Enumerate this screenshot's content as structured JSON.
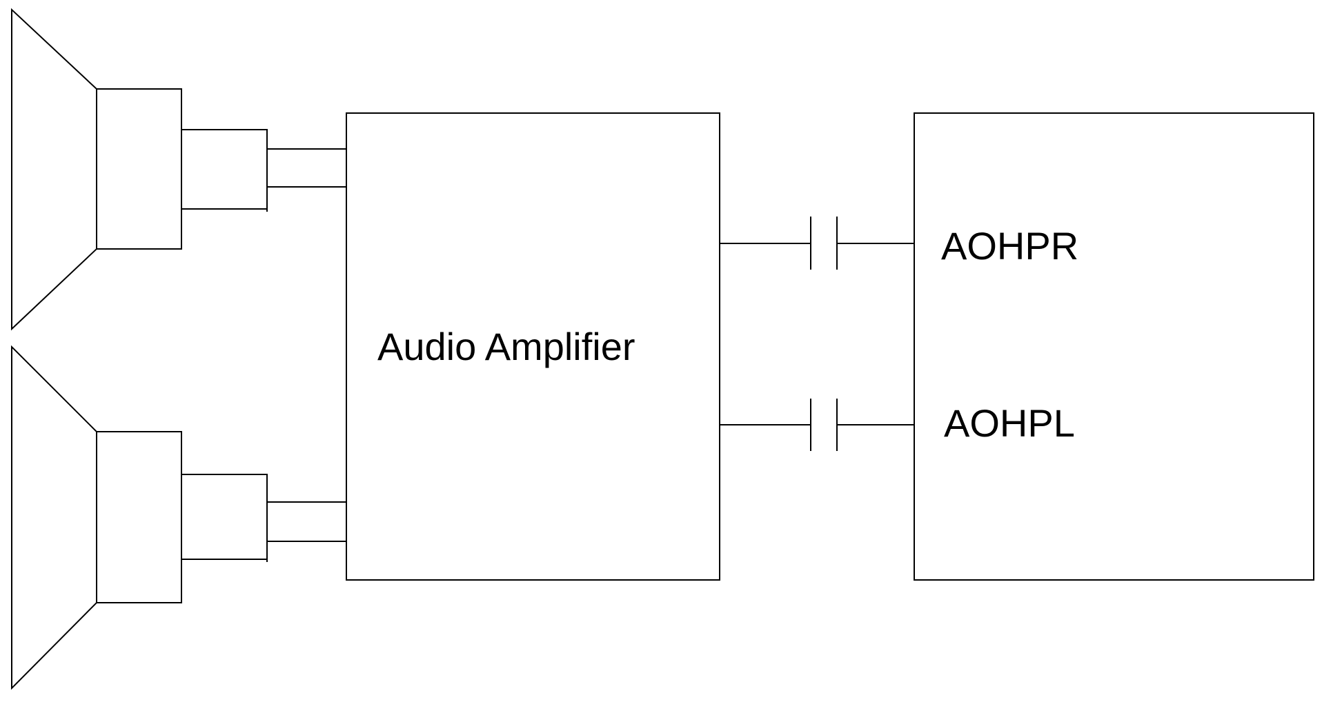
{
  "diagram": {
    "amplifier_label": "Audio Amplifier",
    "source_outputs": {
      "right": "AOHPR",
      "left": "AOHPL"
    }
  },
  "colors": {
    "line": "#000000",
    "background": "#ffffff"
  },
  "icons": {
    "speakers": [
      "speaker-icon",
      "speaker-icon"
    ],
    "capacitors": [
      "capacitor-icon",
      "capacitor-icon"
    ]
  }
}
